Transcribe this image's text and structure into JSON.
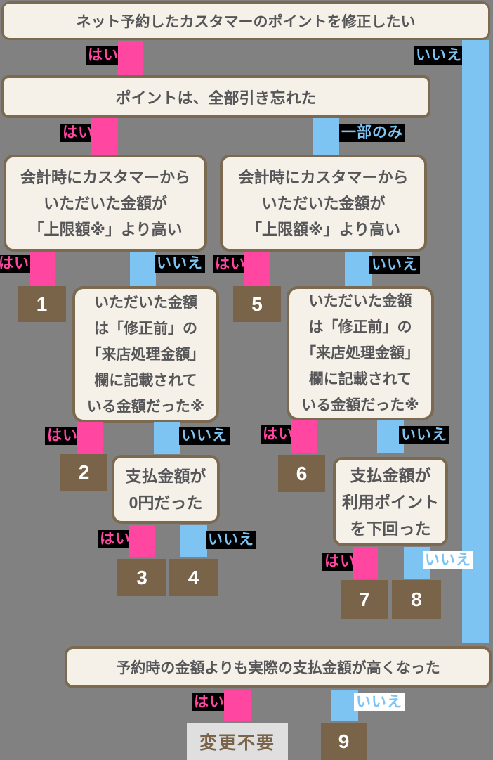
{
  "diagram": {
    "q1": "ネット予約したカスタマーのポイントを修正したい",
    "q2": "ポイントは、全部引き忘れた",
    "q3_left": "会計時にカスタマーから\nいただいた金額が\n「上限額※」より高い",
    "q3_right": "会計時にカスタマーから\nいただいた金額が\n「上限額※」より高い",
    "q4_left": "いただいた金額\nは「修正前」の\n「来店処理金額」\n欄に記載されて\nいる金額だった※",
    "q4_right": "いただいた金額\nは「修正前」の\n「来店処理金額」\n欄に記載されて\nいる金額だった※",
    "q5_left": "支払金額が\n0円だった",
    "q5_right": "支払金額が\n利用ポイント\nを下回った",
    "q6": "予約時の金額よりも実際の支払金額が高くなった"
  },
  "labels": {
    "yes": "はい",
    "no": "いいえ",
    "partial": "一部のみ"
  },
  "results": {
    "n1": "1",
    "n2": "2",
    "n3": "3",
    "n4": "4",
    "n5": "5",
    "n6": "6",
    "n7": "7",
    "n8": "8",
    "n9": "9",
    "no_change": "変更不要"
  },
  "colors": {
    "background": "#818181",
    "node_fill": "#f5f0e8",
    "node_border": "#7c6a50",
    "node_text": "#565659",
    "yes_pink": "#ff47a2",
    "no_blue": "#7dc4f3",
    "number_box_brown": "#7a6449",
    "label_bg_black": "#000000",
    "label_bg_white": "#ffffff",
    "end_box_bg": "#dfdfdf"
  }
}
